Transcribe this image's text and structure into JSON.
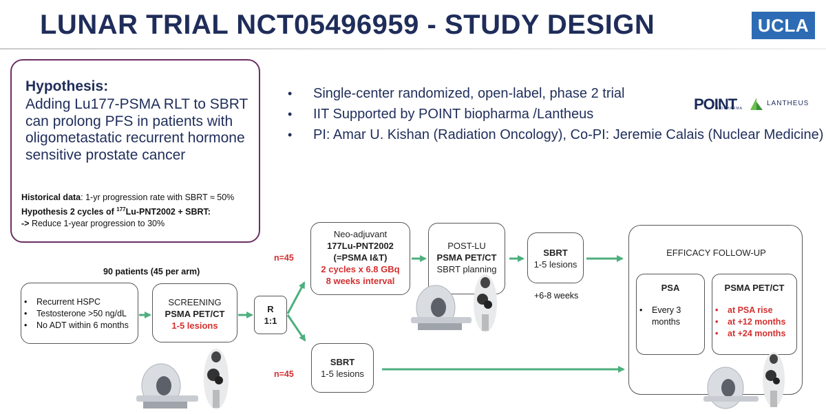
{
  "header": {
    "title": "LUNAR TRIAL NCT05496959 - STUDY DESIGN",
    "logo": "UCLA"
  },
  "hypothesis": {
    "title": "Hypothesis:",
    "text": "Adding Lu177-PSMA RLT to SBRT can prolong PFS in patients with oligometastatic recurrent hormone sensitive prostate cancer",
    "historical_label": "Historical data",
    "historical_text": ": 1-yr progression rate with SBRT ≈ 50%",
    "hyp2_pre": "Hypothesis 2 cycles of ",
    "hyp2_sup": "177",
    "hyp2_post": "Lu-PNT2002 + SBRT:",
    "reduce_arrow": "->",
    "reduce_text": " Reduce 1-year progression to 30%"
  },
  "bullets": [
    "Single-center randomized, open-label, phase 2 trial",
    "IIT Supported by POINT biopharma /Lantheus",
    "PI: Amar U. Kishan (Radiation Oncology), Co-PI: Jeremie Calais (Nuclear Medicine)"
  ],
  "sponsor_logos": {
    "point": "POINT",
    "point_sub": "BIOPHARMA",
    "lantheus": "LANTHEUS"
  },
  "diagram": {
    "patients_label": "90 patients (45 per arm)",
    "eligibility": [
      "Recurrent HSPC",
      "Testosterone >50 ng/dL",
      "No ADT within 6 months"
    ],
    "screening": {
      "title": "SCREENING",
      "scan": "PSMA PET/CT",
      "lesions": "1-5 lesions"
    },
    "randomize": {
      "line1": "R",
      "line2": "1:1"
    },
    "arm_n_top": "n=45",
    "arm_n_bottom": "n=45",
    "neoadjuvant": {
      "line1": "Neo-adjuvant",
      "line2": "177Lu-PNT2002",
      "line3": "(=PSMA I&T)",
      "line4": "2 cycles x 6.8 GBq",
      "line5": "8 weeks interval"
    },
    "postlu": {
      "line1": "POST-LU",
      "line2": "PSMA PET/CT",
      "line3": "SBRT planning"
    },
    "sbrt_top": {
      "title": "SBRT",
      "text": "1-5 lesions"
    },
    "weeks_label": "+6-8 weeks",
    "sbrt_bottom": {
      "title": "SBRT",
      "text": "1-5 lesions"
    },
    "followup": {
      "title": "EFFICACY FOLLOW-UP",
      "psa_title": "PSA",
      "psa_items": [
        "Every 3 months"
      ],
      "pet_title": "PSMA PET/CT",
      "pet_items": [
        "at PSA rise",
        "at +12 months",
        "at +24 months"
      ]
    },
    "colors": {
      "arrow": "#4caf7d",
      "accent_red": "#d32f2f",
      "navy": "#1f2d5a",
      "frame": "#6b2d62"
    }
  }
}
